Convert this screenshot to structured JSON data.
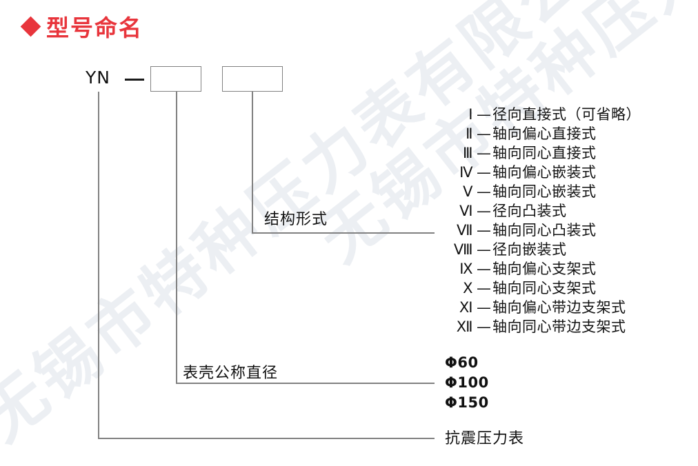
{
  "watermark": {
    "text": "无锡市特种压力表有限公司"
  },
  "title": {
    "bullet": "diamond-bullet",
    "text": "型号命名",
    "color": "#e8353c"
  },
  "model_code": {
    "prefix": "YN",
    "separator": "—",
    "box1_value": "",
    "box2_value": ""
  },
  "captions": {
    "structure": "结构形式",
    "diameter": "表壳公称直径"
  },
  "structure_types": [
    {
      "num": "Ⅰ",
      "dash": "—",
      "text": "径向直接式（可省略）"
    },
    {
      "num": "Ⅱ",
      "dash": "—",
      "text": "轴向偏心直接式"
    },
    {
      "num": "Ⅲ",
      "dash": "—",
      "text": "轴向同心直接式"
    },
    {
      "num": "Ⅳ",
      "dash": "—",
      "text": "轴向偏心嵌装式"
    },
    {
      "num": "Ⅴ",
      "dash": "—",
      "text": "轴向同心嵌装式"
    },
    {
      "num": "Ⅵ",
      "dash": "—",
      "text": "径向凸装式"
    },
    {
      "num": "Ⅶ",
      "dash": "—",
      "text": "轴向同心凸装式"
    },
    {
      "num": "Ⅷ",
      "dash": "—",
      "text": "径向嵌装式"
    },
    {
      "num": "Ⅸ",
      "dash": "—",
      "text": "轴向偏心支架式"
    },
    {
      "num": "Ⅹ",
      "dash": "—",
      "text": "轴向同心支架式"
    },
    {
      "num": "Ⅺ",
      "dash": "—",
      "text": "轴向偏心带边支架式"
    },
    {
      "num": "Ⅻ",
      "dash": "—",
      "text": "轴向同心带边支架式"
    }
  ],
  "diameters": [
    "Φ60",
    "Φ100",
    "Φ150"
  ],
  "product_name": "抗震压力表",
  "colors": {
    "title_red": "#e8353c",
    "line_gray": "#808080",
    "text_black": "#111111",
    "watermark_gray": "#eceff3"
  }
}
